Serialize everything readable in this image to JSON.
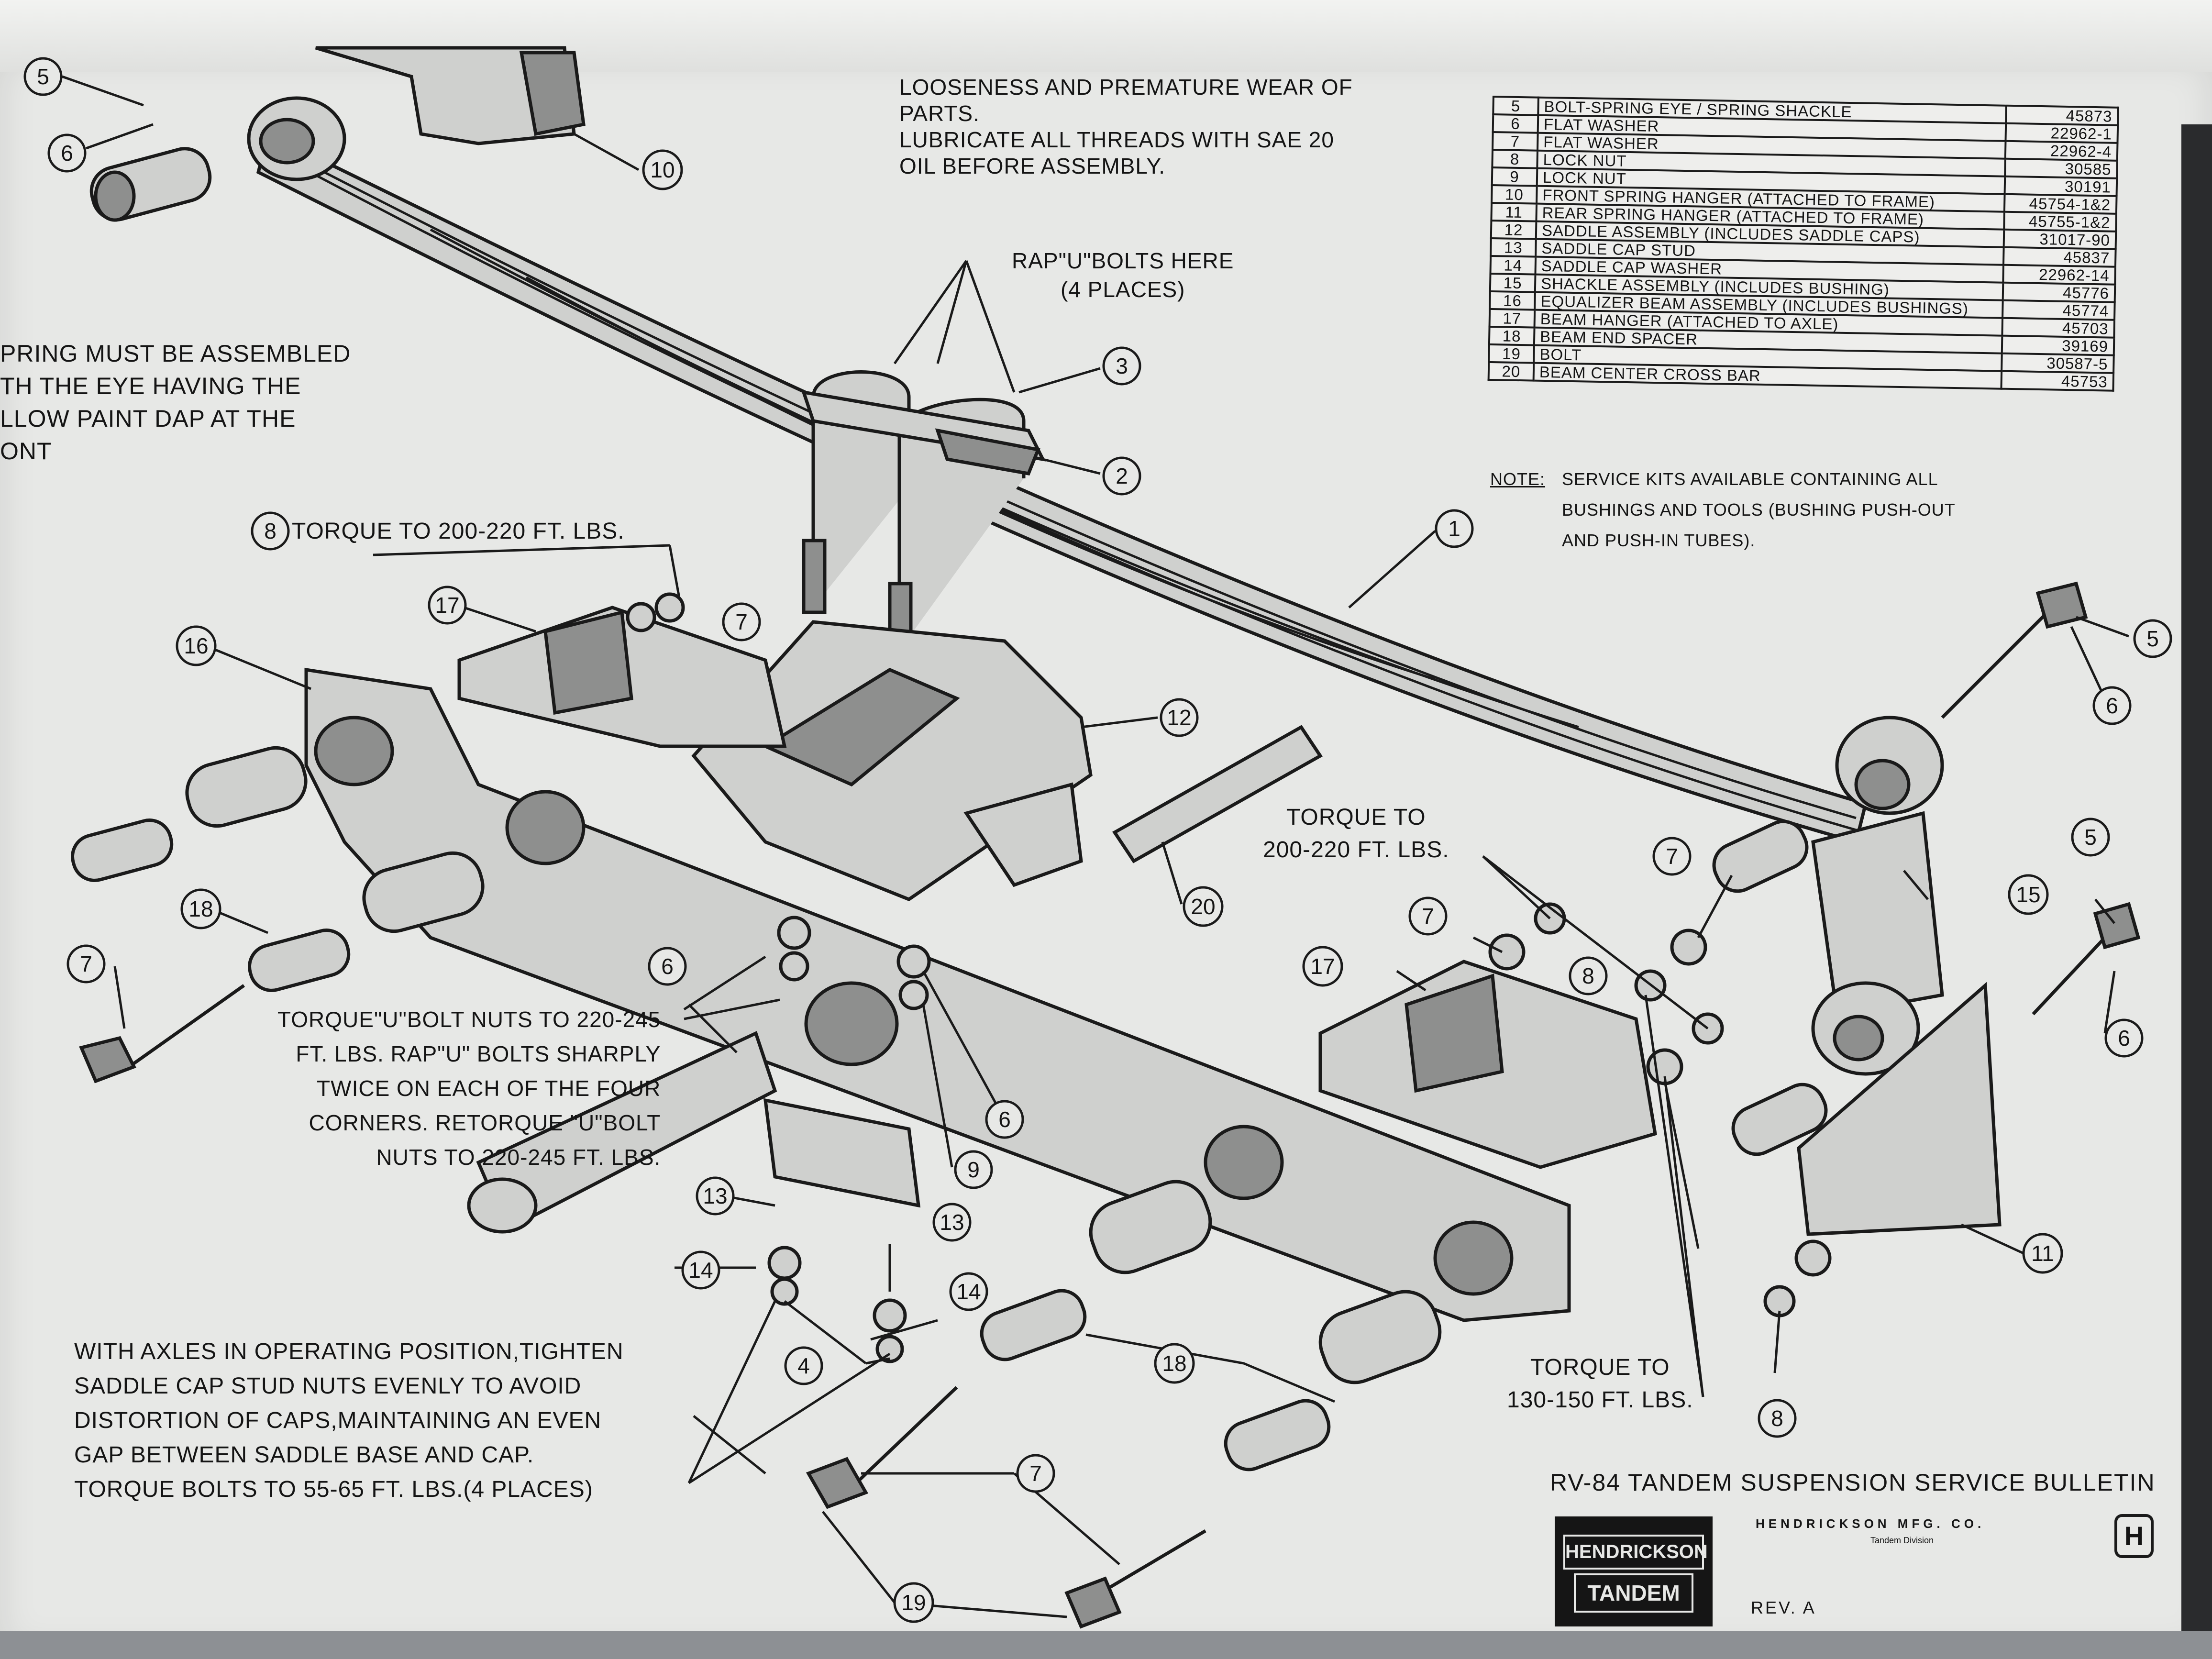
{
  "notes": {
    "top_center": [
      "LOOSENESS AND PREMATURE WEAR OF",
      "PARTS.",
      "LUBRICATE ALL THREADS WITH SAE 20",
      "OIL BEFORE ASSEMBLY."
    ],
    "spring_note": [
      "PRING MUST BE ASSEMBLED",
      "TH THE EYE HAVING THE",
      "LLOW PAINT DAP AT THE",
      "ONT"
    ],
    "rap_u_bolts": [
      "RAP\"U\"BOLTS HERE",
      "(4 PLACES)"
    ],
    "torque_8": "TORQUE TO 200-220 FT. LBS.",
    "torque_u_bolt": [
      "TORQUE\"U\"BOLT NUTS TO 220-245",
      "FT. LBS. RAP\"U\" BOLTS SHARPLY",
      "TWICE ON EACH OF THE FOUR",
      "CORNERS. RETORQUE \"U\"BOLT",
      "NUTS TO 220-245 FT. LBS."
    ],
    "torque_right_top": [
      "TORQUE TO",
      "200-220 FT. LBS."
    ],
    "torque_right_bottom": [
      "TORQUE TO",
      "130-150 FT. LBS."
    ],
    "saddle_cap": [
      "WITH AXLES IN OPERATING POSITION,TIGHTEN",
      "SADDLE CAP STUD NUTS EVENLY TO AVOID",
      "DISTORTION OF CAPS,MAINTAINING AN EVEN",
      "GAP BETWEEN SADDLE BASE AND CAP.",
      "TORQUE BOLTS TO 55-65 FT. LBS.(4 PLACES)"
    ]
  },
  "parts_table": {
    "rows": [
      {
        "no": "5",
        "description": "BOLT-SPRING EYE / SPRING SHACKLE",
        "part_no": "45873"
      },
      {
        "no": "6",
        "description": "FLAT WASHER",
        "part_no": "22962-1"
      },
      {
        "no": "7",
        "description": "FLAT WASHER",
        "part_no": "22962-4"
      },
      {
        "no": "8",
        "description": "LOCK NUT",
        "part_no": "30585"
      },
      {
        "no": "9",
        "description": "LOCK NUT",
        "part_no": "30191"
      },
      {
        "no": "10",
        "description": "FRONT SPRING HANGER (ATTACHED TO FRAME)",
        "part_no": "45754-1&2"
      },
      {
        "no": "11",
        "description": "REAR SPRING HANGER (ATTACHED TO FRAME)",
        "part_no": "45755-1&2"
      },
      {
        "no": "12",
        "description": "SADDLE ASSEMBLY (INCLUDES SADDLE CAPS)",
        "part_no": "31017-90"
      },
      {
        "no": "13",
        "description": "SADDLE CAP STUD",
        "part_no": "45837"
      },
      {
        "no": "14",
        "description": "SADDLE CAP WASHER",
        "part_no": "22962-14"
      },
      {
        "no": "15",
        "description": "SHACKLE ASSEMBLY (INCLUDES BUSHING)",
        "part_no": "45776"
      },
      {
        "no": "16",
        "description": "EQUALIZER BEAM ASSEMBLY (INCLUDES BUSHINGS)",
        "part_no": "45774"
      },
      {
        "no": "17",
        "description": "BEAM HANGER (ATTACHED TO AXLE)",
        "part_no": "45703"
      },
      {
        "no": "18",
        "description": "BEAM END SPACER",
        "part_no": "39169"
      },
      {
        "no": "19",
        "description": "BOLT",
        "part_no": "30587-5"
      },
      {
        "no": "20",
        "description": "BEAM CENTER CROSS BAR",
        "part_no": "45753"
      }
    ]
  },
  "note": {
    "label": "NOTE:",
    "lines": [
      "SERVICE KITS AVAILABLE CONTAINING ALL",
      "BUSHINGS AND TOOLS (BUSHING PUSH-OUT",
      "AND PUSH-IN TUBES)."
    ]
  },
  "bulletin_title": "RV-84 TANDEM SUSPENSION SERVICE BULLETIN",
  "logo": {
    "line1": "HENDRICKSON",
    "line2": "TANDEM"
  },
  "company": "HENDRICKSON MFG. CO.",
  "division": "Tandem Division",
  "h_mark": "H",
  "revision": "REV. A",
  "callouts": [
    "5",
    "6",
    "10",
    "3",
    "2",
    "1",
    "8",
    "17",
    "7",
    "16",
    "12",
    "5",
    "6",
    "18",
    "7",
    "20",
    "6",
    "9",
    "6",
    "13",
    "13",
    "14",
    "14",
    "4",
    "18",
    "7",
    "19",
    "7",
    "15",
    "8",
    "7",
    "5",
    "6",
    "17",
    "11",
    "8"
  ]
}
